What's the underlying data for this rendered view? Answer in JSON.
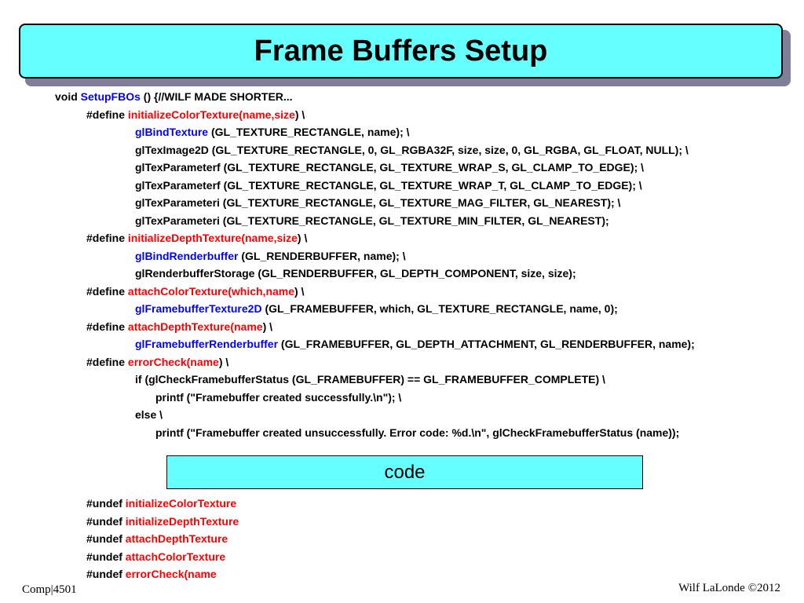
{
  "slide": {
    "title": "Frame Buffers Setup",
    "code_box_label": "code"
  },
  "code": {
    "l1": [
      "void ",
      "SetupFBOs",
      " () {//WILF MADE SHORTER..."
    ],
    "l2": [
      "#define ",
      "initializeColorTexture(name,size",
      ") \\"
    ],
    "l3": [
      "glBindTexture",
      " (GL_TEXTURE_RECTANGLE, name); \\"
    ],
    "l4": "glTexImage2D (GL_TEXTURE_RECTANGLE, 0, GL_RGBA32F, size, size, 0, GL_RGBA, GL_FLOAT, NULL); \\",
    "l5": "glTexParameterf (GL_TEXTURE_RECTANGLE, GL_TEXTURE_WRAP_S, GL_CLAMP_TO_EDGE); \\",
    "l6": "glTexParameterf (GL_TEXTURE_RECTANGLE, GL_TEXTURE_WRAP_T, GL_CLAMP_TO_EDGE); \\",
    "l7": "glTexParameteri (GL_TEXTURE_RECTANGLE, GL_TEXTURE_MAG_FILTER, GL_NEAREST); \\",
    "l8": "glTexParameteri (GL_TEXTURE_RECTANGLE, GL_TEXTURE_MIN_FILTER, GL_NEAREST);",
    "l9": [
      "#define ",
      "initializeDepthTexture(name,size",
      ") \\"
    ],
    "l10": [
      "glBindRenderbuffer",
      " (GL_RENDERBUFFER, name); \\"
    ],
    "l11": "glRenderbufferStorage (GL_RENDERBUFFER, GL_DEPTH_COMPONENT, size, size);",
    "l12": [
      "#define ",
      "attachColorTexture(which,name",
      ") \\"
    ],
    "l13": [
      "glFramebufferTexture2D",
      " (GL_FRAMEBUFFER, which, GL_TEXTURE_RECTANGLE, name, 0);"
    ],
    "l14": [
      "#define ",
      "attachDepthTexture(name",
      ") \\"
    ],
    "l15": [
      "glFramebufferRenderbuffer",
      " (GL_FRAMEBUFFER, GL_DEPTH_ATTACHMENT, GL_RENDERBUFFER, name);"
    ],
    "l16": [
      "#define ",
      "errorCheck(name",
      ") \\"
    ],
    "l17": "if (glCheckFramebufferStatus (GL_FRAMEBUFFER) == GL_FRAMEBUFFER_COMPLETE) \\",
    "l18": "printf (\"Framebuffer created successfully.\\n\"); \\",
    "l19": "else \\",
    "l20": "printf (\"Framebuffer created unsuccessfully. Error code: %d.\\n\", glCheckFramebufferStatus (name));",
    "u1": [
      "#undef ",
      "initializeColorTexture"
    ],
    "u2": [
      "#undef ",
      "initializeDepthTexture"
    ],
    "u3": [
      "#undef ",
      "attachDepthTexture"
    ],
    "u4": [
      "#undef ",
      "attachColorTexture"
    ],
    "u5": [
      "#undef ",
      "errorCheck(name"
    ]
  },
  "footer": {
    "left": "Comp|4501",
    "right": "Wilf LaLonde ©2012"
  },
  "colors": {
    "title_fill": "#66ffff",
    "keyword_red": "#ff0000",
    "keyword_blue": "#0000ff"
  }
}
